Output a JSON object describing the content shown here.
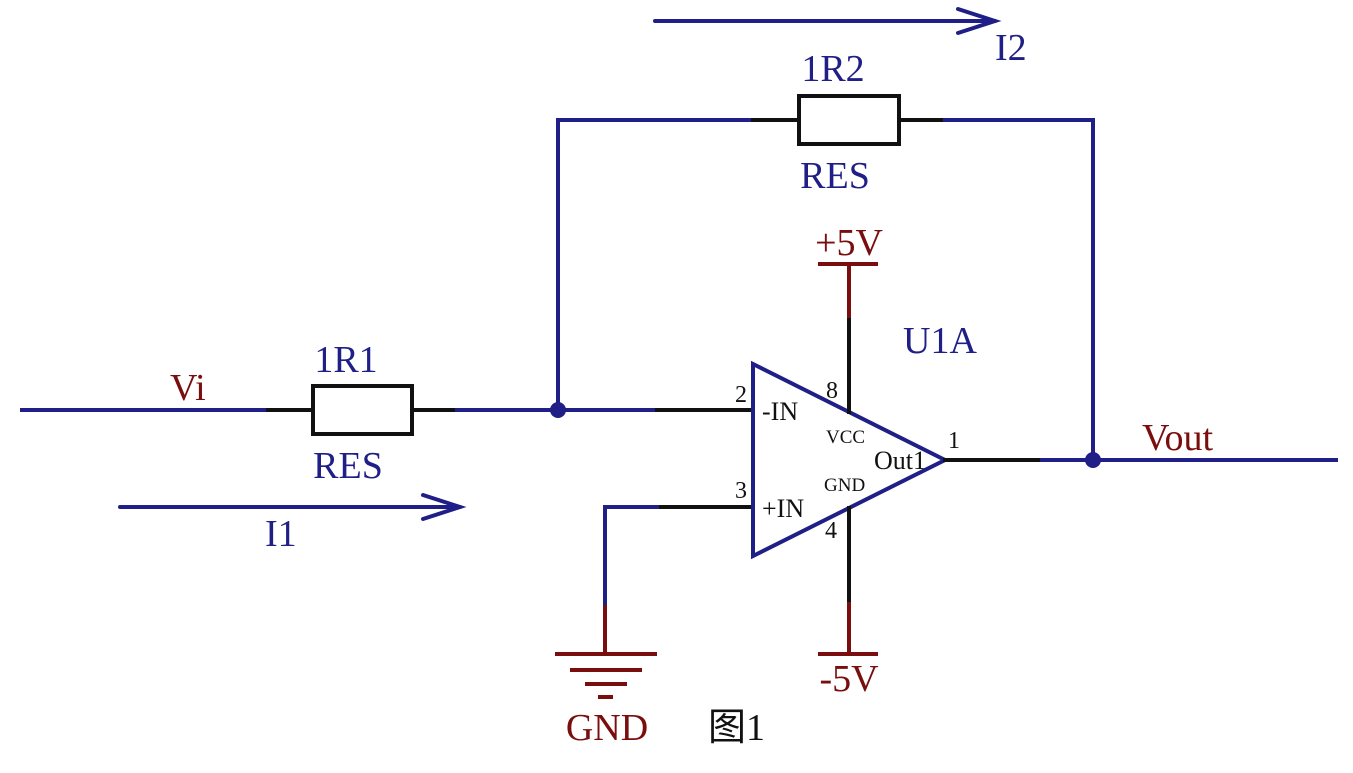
{
  "colors": {
    "wire": "#1f1f87",
    "power": "#7a0d0d",
    "component": "#111111"
  },
  "nets": {
    "input": "Vi",
    "output": "Vout",
    "ground": "GND",
    "positive_supply": "+5V",
    "negative_supply": "-5V"
  },
  "currents": {
    "input_current": "I1",
    "feedback_current": "I2"
  },
  "components": {
    "r1": {
      "designator": "1R1",
      "type": "RES"
    },
    "r2": {
      "designator": "1R2",
      "type": "RES"
    },
    "opamp": {
      "designator": "U1A",
      "pins": {
        "inv_number": "2",
        "inv_name": "-IN",
        "noninv_number": "3",
        "noninv_name": "+IN",
        "vcc_number": "8",
        "vcc_name": "VCC",
        "gnd_number": "4",
        "gnd_name": "GND",
        "out_number": "1",
        "out_name": "Out1"
      }
    }
  },
  "caption": "图1"
}
